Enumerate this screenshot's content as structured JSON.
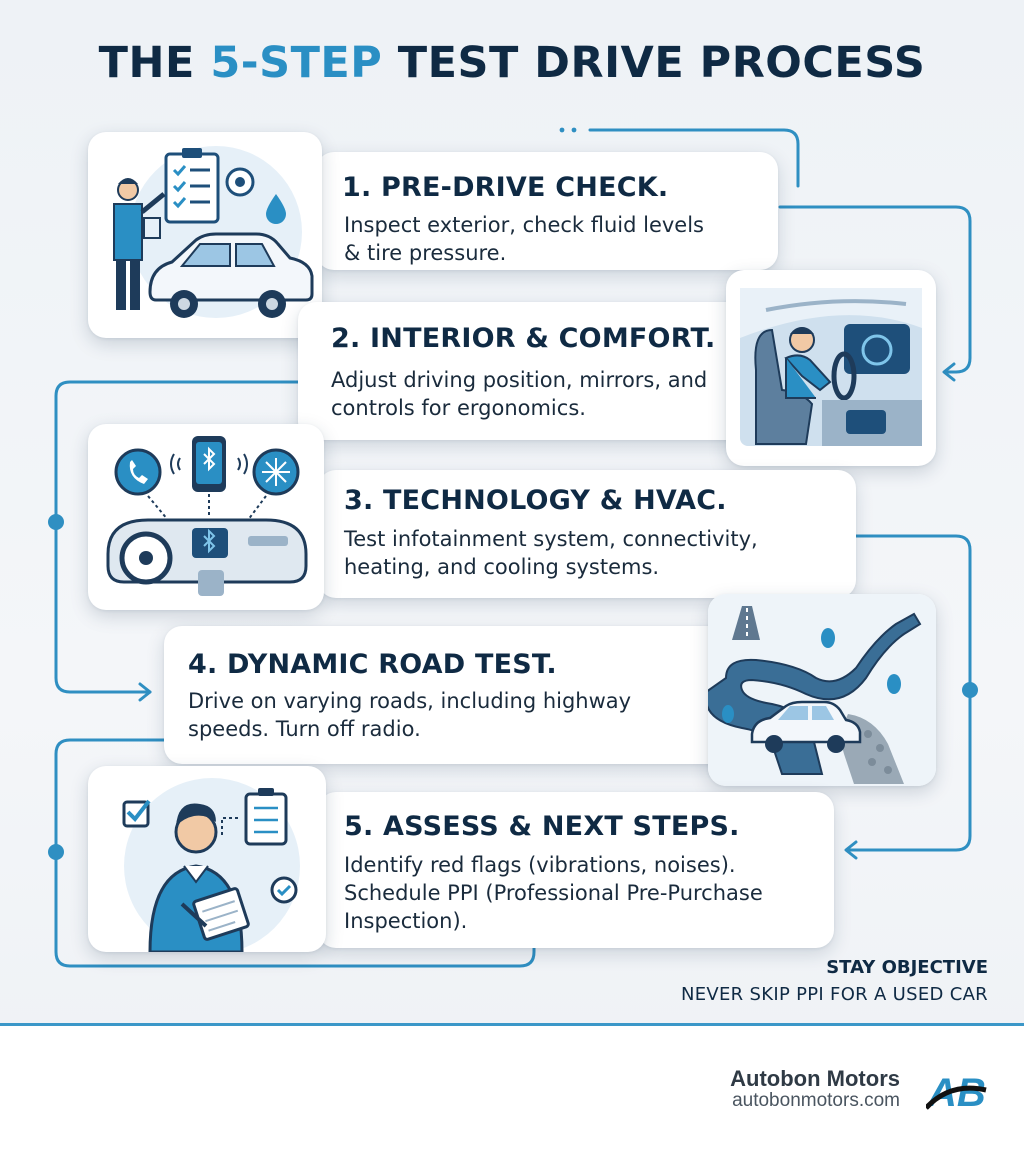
{
  "header": {
    "title_prefix": "THE ",
    "title_accent": "5-STEP",
    "title_suffix": " TEST DRIVE PROCESS"
  },
  "steps": [
    {
      "title": "1. PRE-DRIVE CHECK.",
      "lines": [
        "Inspect exterior, check fluid levels",
        "& tire pressure."
      ]
    },
    {
      "title": "2. INTERIOR & COMFORT.",
      "lines": [
        "Adjust driving position, mirrors, and",
        "controls for ergonomics."
      ]
    },
    {
      "title": "3. TECHNOLOGY & HVAC.",
      "lines": [
        "Test infotainment system, connectivity,",
        "heating, and cooling systems."
      ]
    },
    {
      "title": "4. DYNAMIC ROAD TEST.",
      "lines": [
        "Drive on varying roads, including highway",
        "speeds. Turn off radio."
      ]
    },
    {
      "title": "5. ASSESS & NEXT STEPS.",
      "lines": [
        "Identify red flags (vibrations, noises).",
        "Schedule PPI (Professional Pre-Purchase",
        "Inspection)."
      ]
    }
  ],
  "note": {
    "heading": "STAY OBJECTIVE",
    "text": "NEVER SKIP PPI FOR A USED CAR"
  },
  "brand": {
    "name": "Autobon Motors",
    "url": "autobonmotors.com",
    "logo_text": "AB"
  },
  "colors": {
    "accent": "#2a8fc4",
    "navy": "#0f2a44",
    "connector": "#2f8fc2"
  },
  "icons": {
    "step1": "mechanic-car-checklist-icon",
    "step2": "driver-seat-interior-icon",
    "step3": "dashboard-bluetooth-icon",
    "step4": "winding-road-car-icon",
    "step5": "person-clipboard-assessment-icon"
  }
}
